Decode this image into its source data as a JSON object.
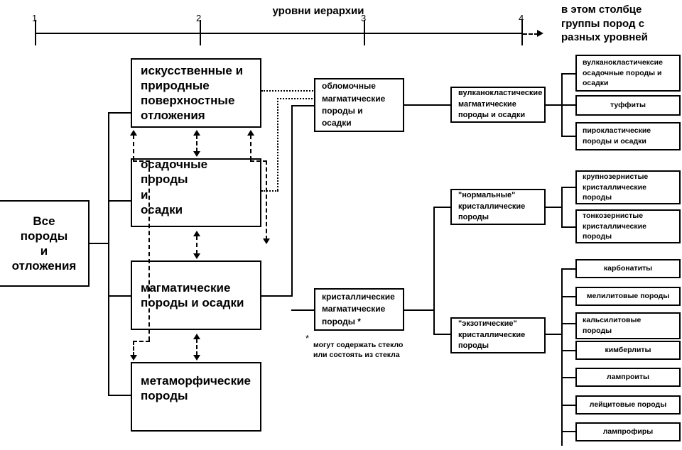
{
  "header": {
    "axis_title": "уровни иерархии",
    "right_note": "в этом столбце группы пород с разных уровней",
    "ticks": [
      "1",
      "2",
      "3",
      "4"
    ]
  },
  "root": {
    "label": "Все породы\nи\nотложения"
  },
  "level2": [
    {
      "id": "surface-deposits",
      "label": "искусственные и\nприродные\nповерхностные\nотложения"
    },
    {
      "id": "sedimentary",
      "label": "осадочные породы\nи\nосадки"
    },
    {
      "id": "magmatic",
      "label": "магматические\nпороды и осадки"
    },
    {
      "id": "metamorphic",
      "label": "метаморфические\nпороды"
    }
  ],
  "level3": [
    {
      "id": "clastic-magmatic",
      "label": "обломочные\nмагматические\nпороды и\nосадки"
    },
    {
      "id": "crystalline-magmatic",
      "label": "кристаллические\nмагматические\nпороды *"
    }
  ],
  "level4": [
    {
      "id": "volcaniclastic-magmatic",
      "label": "вулканокластические\nмагматические\nпороды и осадки"
    },
    {
      "id": "normal-crystalline",
      "label": "\"нормальные\"\nкристаллические\nпороды"
    },
    {
      "id": "exotic-crystalline",
      "label": "\"экзотические\"\nкристаллические\nпороды"
    }
  ],
  "leaves": {
    "volcaniclastic": [
      {
        "id": "volcaniclastic-sedimentary",
        "label": "вулканокластичексие\nосадочные породы и\nосадки",
        "align": "left"
      },
      {
        "id": "tuffites",
        "label": "туффиты",
        "align": "center"
      },
      {
        "id": "pyroclastic",
        "label": "пирокластические\nпороды и осадки",
        "align": "left"
      }
    ],
    "normal": [
      {
        "id": "coarse-grained",
        "label": "крупнозернистые\nкристаллические\nпороды",
        "align": "left"
      },
      {
        "id": "fine-grained",
        "label": "тонкозернистые\nкристаллические\nпороды",
        "align": "left"
      }
    ],
    "exotic": [
      {
        "id": "carbonatites",
        "label": "карбонатиты",
        "align": "center"
      },
      {
        "id": "melilitic",
        "label": "мелилитовые породы",
        "align": "center"
      },
      {
        "id": "kalsilitic",
        "label": "кальсилитовые\nпороды",
        "align": "left"
      },
      {
        "id": "kimberlites",
        "label": "кимберлиты",
        "align": "center"
      },
      {
        "id": "lamproites",
        "label": "лампроиты",
        "align": "center"
      },
      {
        "id": "leucitic",
        "label": "лейцитовые породы",
        "align": "center"
      },
      {
        "id": "lamprophyres",
        "label": "лампрофиры",
        "align": "center"
      }
    ]
  },
  "footnote": {
    "marker": "*",
    "text": "могут содержать стекло\nили состоять из стекла"
  },
  "colors": {
    "stroke": "#000000",
    "background": "#ffffff"
  }
}
